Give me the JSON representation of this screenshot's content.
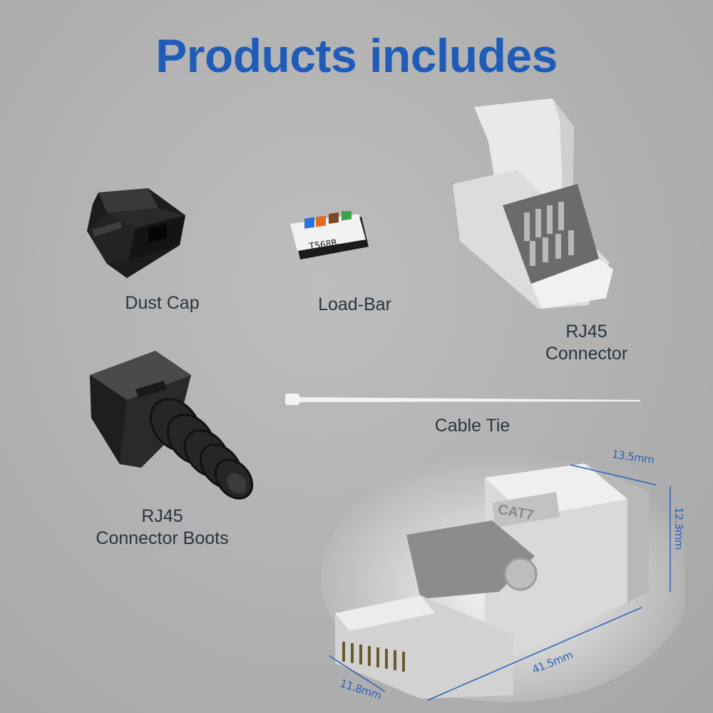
{
  "page": {
    "title": "Products includes"
  },
  "items": {
    "dust_cap": {
      "label": "Dust Cap"
    },
    "load_bar": {
      "label": "Load-Bar",
      "print_text": "T568B"
    },
    "rj45_connector": {
      "label_line1": "RJ45",
      "label_line2": "Connector"
    },
    "cable_tie": {
      "label": "Cable Tie"
    },
    "boots": {
      "label_line1": "RJ45",
      "label_line2": "Connector Boots"
    },
    "connector_main": {
      "marking": "CAT7"
    }
  },
  "dimensions": {
    "width_top": "13.5mm",
    "height": "12.3mm",
    "length": "41.5mm",
    "width_front": "11.8mm"
  },
  "colors": {
    "title": "#1f5bb8",
    "label": "#2a3440",
    "dimension": "#2d5fb8"
  }
}
